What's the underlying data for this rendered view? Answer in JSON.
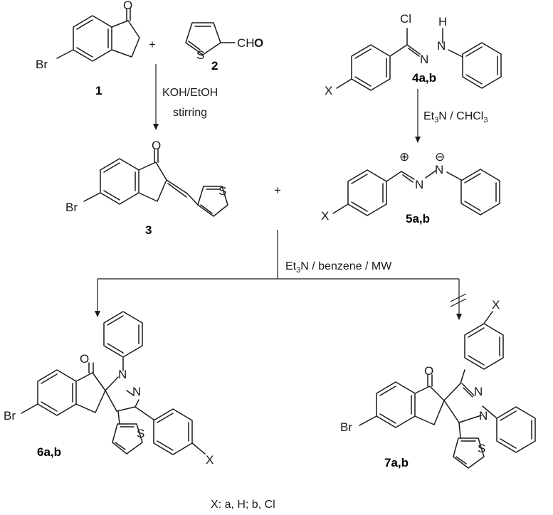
{
  "compounds": {
    "c1": "1",
    "c2": "2",
    "c3": "3",
    "c4": "4a,b",
    "c5": "5a,b",
    "c6": "6a,b",
    "c7": "7a,b"
  },
  "atoms": {
    "br": "Br",
    "o": "O",
    "s": "S",
    "n": "N",
    "cl": "Cl",
    "h": "H",
    "x": "X",
    "ch": "CH",
    "plus": "+",
    "plus_charge": "⊕",
    "minus_charge": "⊖"
  },
  "conditions": {
    "step1_reagent": "KOH/EtOH",
    "step1_action": "stirring",
    "step2_a": "Et",
    "step2_sub": "3",
    "step2_b": "N / CHCl",
    "step2_sub2": "3",
    "step3_a": "Et",
    "step3_sub": "3",
    "step3_b": "N / benzene / MW"
  },
  "footnote": "X: a, H; b, Cl",
  "colors": {
    "bromine": "#9c2452",
    "oxygen": "#e8141b",
    "sulfur": "#b01f8a",
    "nitrogen": "#2c3e9e",
    "bond": "#1a1a1a"
  }
}
